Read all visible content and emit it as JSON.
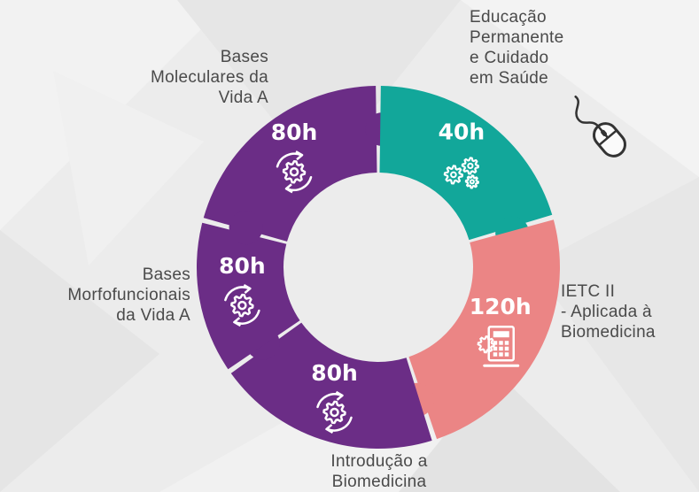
{
  "modules": [
    {
      "id": "bases-moleculares",
      "hours": "80h",
      "label": "Bases\nMoleculares da\nVida A",
      "color": "#6b2d86",
      "icon": "gear-cycle-icon"
    },
    {
      "id": "educacao-permanente",
      "hours": "40h",
      "label": "Educação\nPermanente\ne Cuidado\nem Saúde",
      "color": "#12a79a",
      "icon": "gears-icon"
    },
    {
      "id": "ietc-ii",
      "hours": "120h",
      "label": "IETC II\n- Aplicada à\nBiomedicina",
      "color": "#eb8585",
      "icon": "calculator-icon"
    },
    {
      "id": "introducao-biomedicina",
      "hours": "80h",
      "label": "Introdução a\nBiomedicina",
      "color": "#6b2d86",
      "icon": "gear-cycle-icon"
    },
    {
      "id": "bases-morfofuncionais",
      "hours": "80h",
      "label": "Bases\nMorfofuncionais\nda Vida A",
      "color": "#6b2d86",
      "icon": "gear-cycle-icon"
    }
  ],
  "decor": {
    "mouse_icon": "mouse-click-icon",
    "label_color": "#4a4a4a"
  }
}
